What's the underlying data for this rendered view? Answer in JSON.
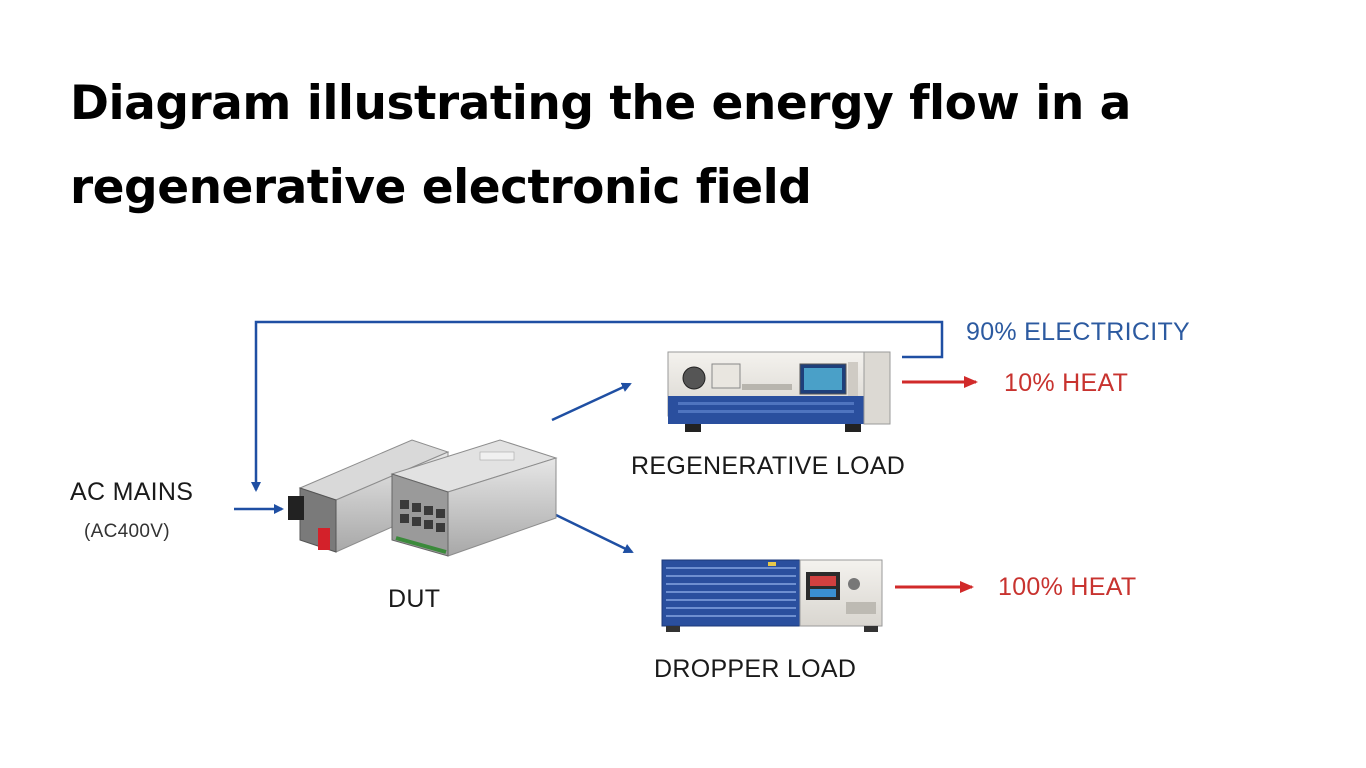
{
  "title": "Diagram illustrating the energy flow in a regenerative electronic field",
  "labels": {
    "ac_mains": "AC MAINS",
    "ac_voltage": "(AC400V)",
    "dut": "DUT",
    "regenerative_load": "REGENERATIVE LOAD",
    "dropper_load": "DROPPER LOAD",
    "electricity_return": "90% ELECTRICITY",
    "regen_heat": "10% HEAT",
    "dropper_heat": "100% HEAT"
  },
  "colors": {
    "flow_arrow": "#1f4fa3",
    "heat_arrow": "#d12a2a",
    "device_blue": "#2a4f9e"
  }
}
